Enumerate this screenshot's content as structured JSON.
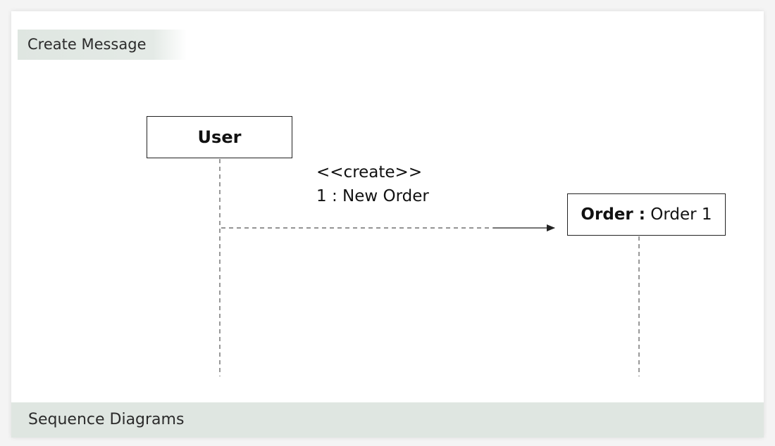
{
  "diagram": {
    "title": "Create Message",
    "footer": "Sequence Diagrams",
    "lifelines": [
      {
        "id": "user",
        "label": "User"
      },
      {
        "id": "order",
        "label_bold": "Order :",
        "label_plain": " Order 1"
      }
    ],
    "message": {
      "stereotype": "<<create>>",
      "label": "1 : New Order",
      "from": "user",
      "to": "order",
      "style": "dashed"
    }
  }
}
